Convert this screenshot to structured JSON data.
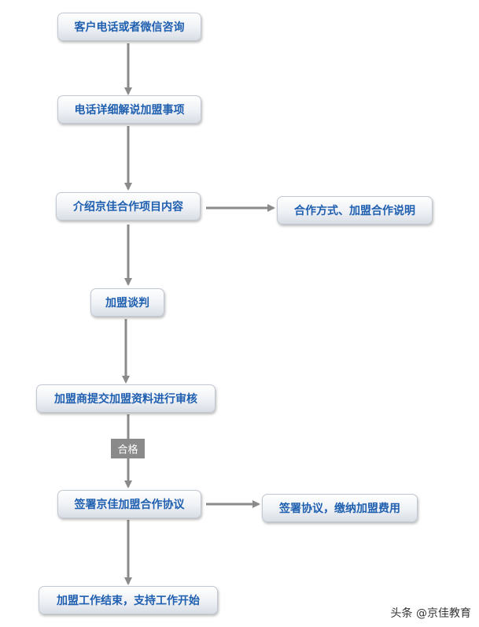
{
  "colors": {
    "node_text": "#1f5fb0",
    "arrow": "#8a8a8a",
    "edge_label_bg": "#8a8a8a"
  },
  "nodes": {
    "consult": "客户电话或者微信咨询",
    "phone_explain": "电话详细解说加盟事项",
    "intro_project": "介绍京佳合作项目内容",
    "coop_method": "合作方式、加盟合作说明",
    "negotiation": "加盟谈判",
    "submit_review": "加盟商提交加盟资料进行审核",
    "sign_agreement": "签署京佳加盟合作协议",
    "pay_fee": "签署协议，缴纳加盟费用",
    "finish_start": "加盟工作结束，支持工作开始"
  },
  "edge_labels": {
    "qualified": "合格"
  },
  "watermark": "头条 @京佳教育"
}
